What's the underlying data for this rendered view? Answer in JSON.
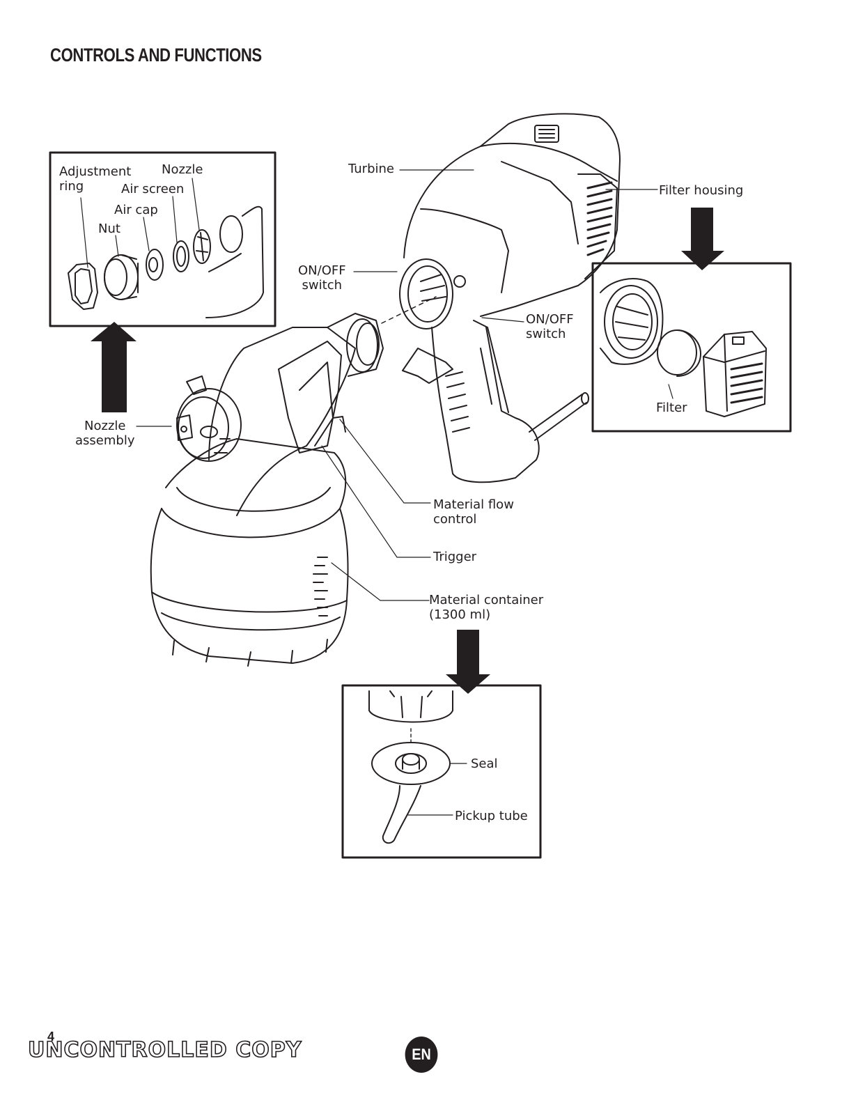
{
  "page": {
    "title": "CONTROLS AND FUNCTIONS",
    "page_number": "4",
    "watermark": "UNCONTROLLED COPY",
    "language_badge": "EN"
  },
  "callouts": {
    "turbine": "Turbine",
    "filter_housing": "Filter housing",
    "on_off_switch_upper": "ON/OFF\nswitch",
    "on_off_switch_lower": "ON/OFF\nswitch",
    "nozzle_assembly": "Nozzle\nassembly",
    "material_flow_control": "Material flow\ncontrol",
    "trigger": "Trigger",
    "material_container": "Material container\n(1300 ml)"
  },
  "nozzle_detail": {
    "adjustment_ring": "Adjustment\nring",
    "nozzle": "Nozzle",
    "air_screen": "Air screen",
    "air_cap": "Air cap",
    "nut": "Nut"
  },
  "filter_detail": {
    "filter": "Filter"
  },
  "container_detail": {
    "seal": "Seal",
    "pickup_tube": "Pickup tube"
  },
  "colors": {
    "ink": "#231f20",
    "paper": "#ffffff",
    "arrow": "#231f20"
  }
}
